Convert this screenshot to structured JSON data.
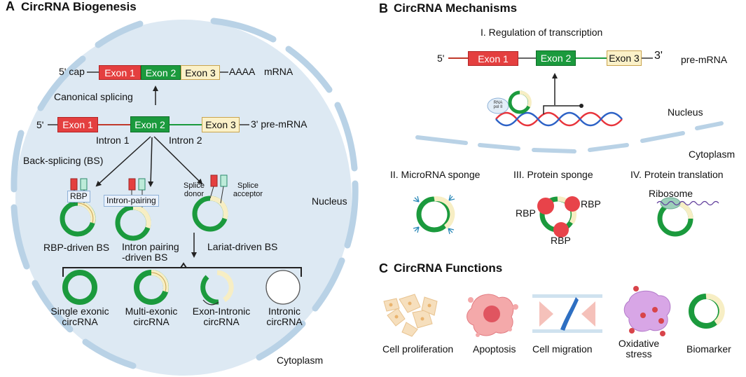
{
  "colors": {
    "exon1": "#e43f3f",
    "exon2": "#1b9a3d",
    "exon3": "#fbf1c8",
    "cell_fill": "#dde9f3",
    "membrane": "#b9d2e6",
    "dna_red": "#e8343b",
    "dna_blue": "#2d62c6"
  },
  "panelA": {
    "letter": "A",
    "title": "CircRNA Biogenesis",
    "mrna": {
      "cap": "5' cap",
      "exon1": "Exon 1",
      "exon2": "Exon 2",
      "exon3": "Exon 3",
      "tail": "AAAA",
      "label": "mRNA"
    },
    "canonical": "Canonical splicing",
    "premrna": {
      "five": "5'",
      "exon1": "Exon 1",
      "exon2": "Exon 2",
      "exon3": "Exon 3",
      "three": "3' pre-mRNA",
      "intron1": "Intron 1",
      "intron2": "Intron 2"
    },
    "backsplicing": "Back-splicing (BS)",
    "rbp": "RBP",
    "intron_pairing": "Intron-pairing",
    "splice_donor": "Splice\ndonor",
    "splice_acceptor": "Splice\nacceptor",
    "rbp_driven": "RBP-driven BS",
    "intron_driven": "Intron pairing\n-driven BS",
    "lariat_driven": "Lariat-driven BS",
    "nucleus": "Nucleus",
    "cytoplasm": "Cytoplasm",
    "types": [
      {
        "label": "Single exonic\ncircRNA"
      },
      {
        "label": "Multi-exonic\ncircRNA"
      },
      {
        "label": "Exon-Intronic\ncircRNA"
      },
      {
        "label": "Intronic\ncircRNA"
      }
    ]
  },
  "panelB": {
    "letter": "B",
    "title": "CircRNA Mechanisms",
    "regulation": "I. Regulation of transcription",
    "premrna": {
      "five": "5'",
      "exon1": "Exon 1",
      "exon2": "Exon 2",
      "exon3": "Exon 3",
      "three": "3'",
      "label": "pre-mRNA"
    },
    "rna_pol": "RNA\npol II",
    "nucleus": "Nucleus",
    "cytoplasm": "Cytoplasm",
    "microrna": "II. MicroRNA sponge",
    "protein": "III. Protein sponge",
    "translation": "IV. Protein translation",
    "rbp1": "RBP",
    "rbp2": "RBP",
    "rbp3": "RBP",
    "ribosome": "Ribosome"
  },
  "panelC": {
    "letter": "C",
    "title": "CircRNA Functions",
    "items": [
      {
        "label": "Cell proliferation",
        "icon": "cell-proliferation-icon"
      },
      {
        "label": "Apoptosis",
        "icon": "apoptosis-icon"
      },
      {
        "label": "Cell migration",
        "icon": "cell-migration-icon"
      },
      {
        "label": "Oxidative\nstress",
        "icon": "oxidative-stress-icon"
      },
      {
        "label": "Biomarker",
        "icon": "circrna-icon"
      }
    ]
  }
}
